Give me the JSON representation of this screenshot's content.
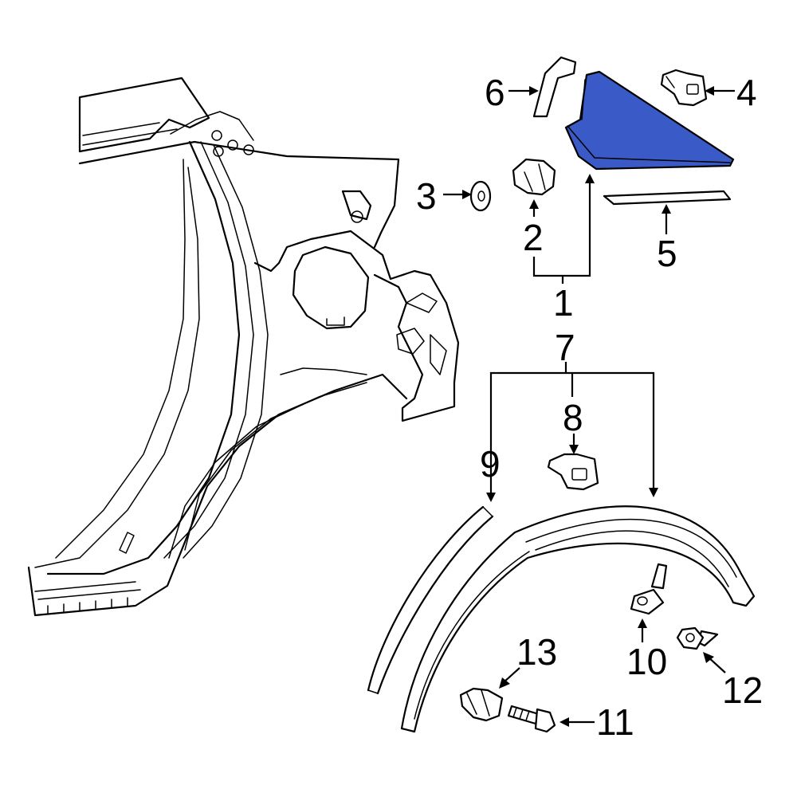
{
  "colors": {
    "background": "#ffffff",
    "line": "#000000",
    "highlight_part": "#3a5bc7"
  },
  "callouts": {
    "c1": "1",
    "c2": "2",
    "c3": "3",
    "c4": "4",
    "c5": "5",
    "c6": "6",
    "c7": "7",
    "c8": "8",
    "c9": "9",
    "c10": "10",
    "c11": "11",
    "c12": "12",
    "c13": "13"
  },
  "highlighted_part_callout": "1"
}
